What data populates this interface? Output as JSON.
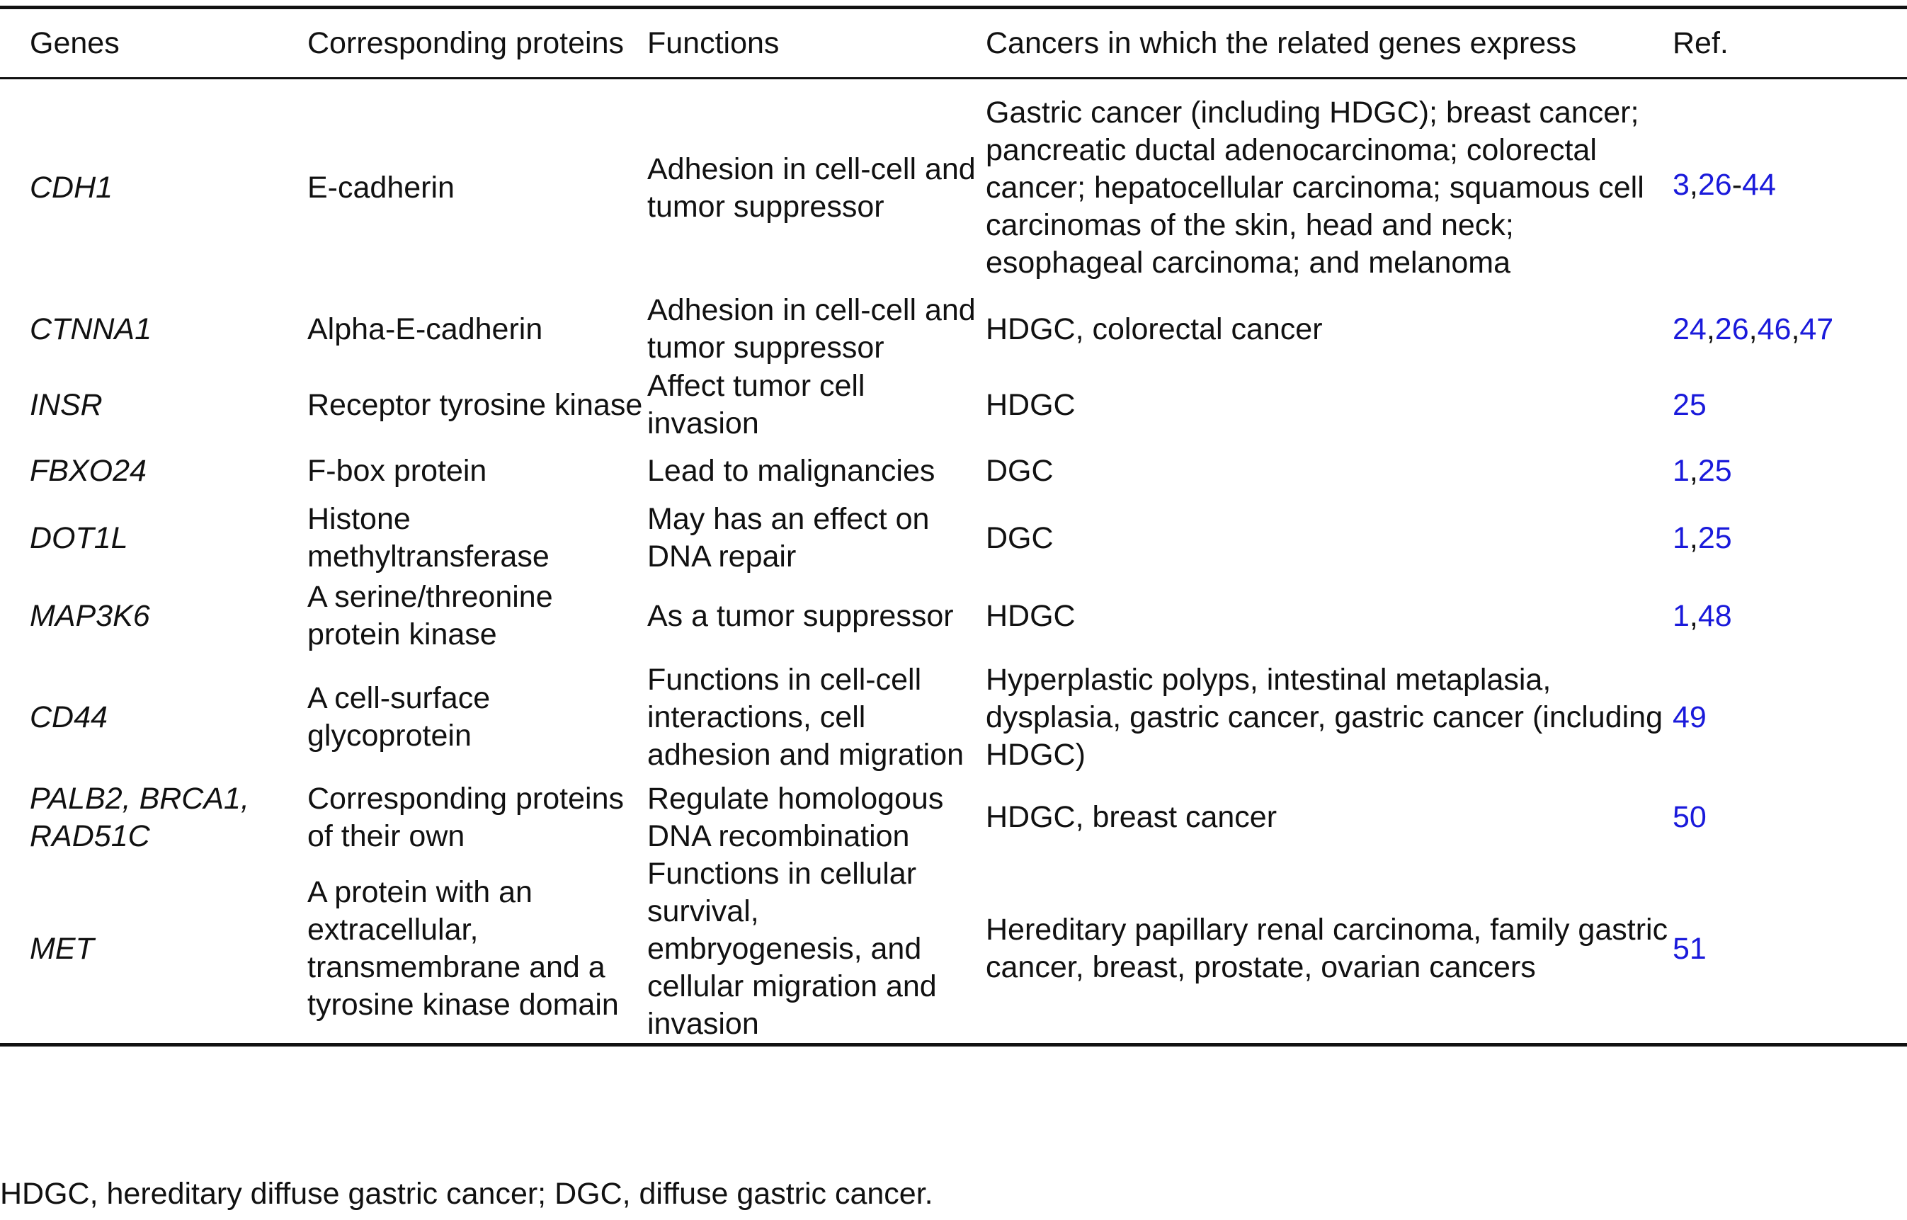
{
  "headers": {
    "genes": "Genes",
    "proteins": "Corresponding proteins",
    "functions": "Functions",
    "cancers": "Cancers in which the related genes express",
    "ref": "Ref."
  },
  "rows": [
    {
      "gene": "CDH1",
      "protein": "E-cadherin",
      "function": "Adhesion in cell-cell and tumor suppressor",
      "cancers": "Gastric cancer (including HDGC); breast cancer; pancreatic ductal adenocarcinoma; colorectal cancer; hepatocellular carcinoma; squamous cell carcinomas of the skin, head and neck; esophageal carcinoma; and melanoma",
      "refs": [
        {
          "text": "3",
          "sep": ","
        },
        {
          "text": "26",
          "sep": "-"
        },
        {
          "text": "44",
          "sep": ""
        }
      ]
    },
    {
      "gene": "CTNNA1",
      "protein": "Alpha-E-cadherin",
      "function": "Adhesion in cell-cell and tumor suppressor",
      "cancers": "HDGC, colorectal cancer",
      "refs": [
        {
          "text": "24",
          "sep": ","
        },
        {
          "text": "26",
          "sep": ","
        },
        {
          "text": "46",
          "sep": ","
        },
        {
          "text": "47",
          "sep": ""
        }
      ]
    },
    {
      "gene": "INSR",
      "protein": "Receptor tyrosine kinase",
      "function": "Affect tumor cell invasion",
      "cancers": "HDGC",
      "refs": [
        {
          "text": "25",
          "sep": ""
        }
      ]
    },
    {
      "gene": "FBXO24",
      "protein": "F-box protein",
      "function": "Lead to malignancies",
      "cancers": "DGC",
      "refs": [
        {
          "text": "1",
          "sep": ","
        },
        {
          "text": "25",
          "sep": ""
        }
      ]
    },
    {
      "gene": "DOT1L",
      "protein": "Histone methyltransferase",
      "function": "May has an effect on DNA repair",
      "cancers": "DGC",
      "refs": [
        {
          "text": "1",
          "sep": ","
        },
        {
          "text": "25",
          "sep": ""
        }
      ]
    },
    {
      "gene": "MAP3K6",
      "protein": "A serine/threonine protein kinase",
      "function": "As a tumor suppressor",
      "cancers": "HDGC",
      "refs": [
        {
          "text": "1",
          "sep": ","
        },
        {
          "text": "48",
          "sep": ""
        }
      ]
    },
    {
      "gene": "CD44",
      "protein": "A cell-surface glycoprotein",
      "function": "Functions in cell-cell interactions, cell adhesion and migration",
      "cancers": "Hyperplastic polyps, intestinal metaplasia, dysplasia, gastric cancer, gastric cancer (including HDGC)",
      "refs": [
        {
          "text": "49",
          "sep": ""
        }
      ]
    },
    {
      "gene": "PALB2, BRCA1, RAD51C",
      "protein": "Corresponding proteins of their own",
      "function": "Regulate homologous DNA recombination",
      "cancers": "HDGC, breast cancer",
      "refs": [
        {
          "text": "50",
          "sep": ""
        }
      ]
    },
    {
      "gene": "MET",
      "protein": "A protein with an extracellular, transmembrane and a tyrosine kinase domain",
      "function": "Functions in cellular survival, embryogenesis, and cellular migration and invasion",
      "cancers": "Hereditary papillary renal carcinoma, family gastric cancer, breast, prostate, ovarian cancers",
      "refs": [
        {
          "text": "51",
          "sep": ""
        }
      ]
    }
  ],
  "footnote": "HDGC, hereditary diffuse gastric cancer; DGC, diffuse gastric cancer.",
  "colors": {
    "text": "#111111",
    "ref_link": "#1a1adb",
    "rule": "#111111"
  }
}
